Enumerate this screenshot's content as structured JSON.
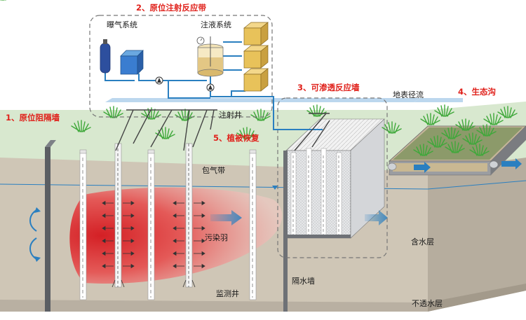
{
  "labels": {
    "in_situ_barrier": "1、原位阻隔墙",
    "injection_zone": "2、原位注射反应带",
    "prb": "3、可渗透反应墙",
    "eco_ditch": "4、生态沟",
    "phyto": "5、植被恢复",
    "aeration": "曝气系统",
    "injection_system": "注液系统",
    "injection_well": "注射井",
    "vadose": "包气带",
    "plume": "污染羽",
    "monitoring_well": "监测井",
    "surface_runoff": "地表径流",
    "aquifer": "含水层",
    "cutoff_wall": "隔水墙",
    "aquitard": "不透水层"
  },
  "colors": {
    "title_red": "#e0211b",
    "pipe_blue": "#2a7fc0",
    "plume_red": "#d9262a",
    "ground_green": "#d8e8cf",
    "soil": "#cfc6b6"
  },
  "icons": [
    "aeration-tank-icon",
    "pump-icon",
    "reagent-box-icon",
    "reagent-tank-icon",
    "grass-icon",
    "flow-arrow-icon"
  ]
}
